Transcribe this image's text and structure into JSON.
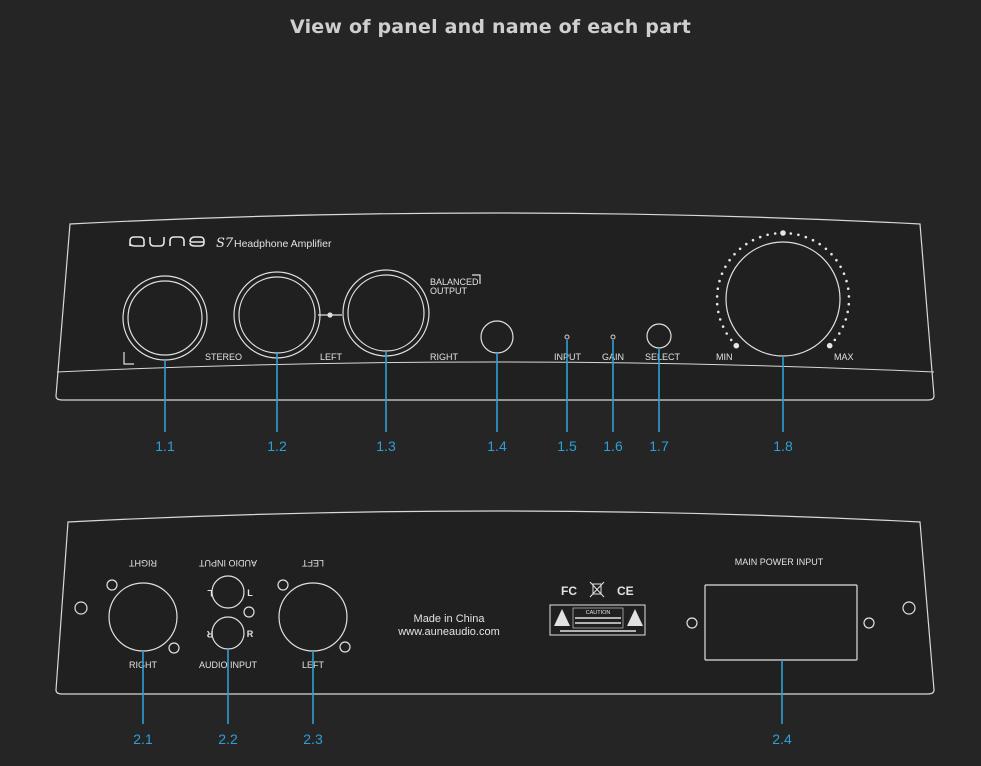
{
  "title": "View of panel and name of each part",
  "colors": {
    "background": "#252525",
    "panel_line": "#d8d8d8",
    "callout": "#2d9fd8"
  },
  "front": {
    "brand": "aune",
    "model": "S7",
    "product": "Headphone Amplifier",
    "labels": {
      "stereo": "STEREO",
      "left": "LEFT",
      "right": "RIGHT",
      "balanced_1": "BALANCED",
      "balanced_2": "OUTPUT",
      "input": "INPUT",
      "gain": "GAIN",
      "select": "SELECT",
      "min": "MIN",
      "max": "MAX"
    },
    "callouts": [
      "1.1",
      "1.2",
      "1.3",
      "1.4",
      "1.5",
      "1.6",
      "1.7",
      "1.8"
    ]
  },
  "rear": {
    "labels": {
      "right_mirror": "RIGHT",
      "audio_input_mirror": "AUDIO INPUT",
      "left_mirror": "LEFT",
      "right": "RIGHT",
      "audio_input": "AUDIO  INPUT",
      "left": "LEFT",
      "l": "L",
      "r": "R",
      "made_in": "Made in China",
      "website": "www.auneaudio.com",
      "fc": "FC",
      "ce": "CE",
      "caution": "CAUTION",
      "main_power": "MAIN POWER INPUT"
    },
    "callouts": [
      "2.1",
      "2.2",
      "2.3",
      "2.4"
    ]
  }
}
